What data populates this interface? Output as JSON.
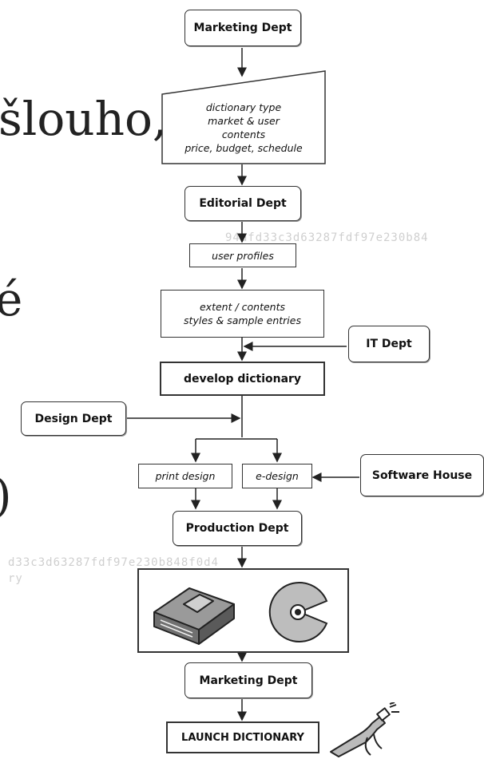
{
  "background_text": [
    "šlouho,",
    "é",
    ")"
  ],
  "watermarks": [
    "94afd33c3d63287fdf97e230b84",
    "d33c3d63287fdf97e230b848f0d4",
    "ry"
  ],
  "nodes": {
    "marketing_top": "Marketing Dept",
    "dictionary_type": "dictionary type\nmarket & user\ncontents\nprice, budget, schedule",
    "editorial": "Editorial Dept",
    "user_profiles": "user profiles",
    "extent": "extent / contents\nstyles & sample entries",
    "it_dept": "IT Dept",
    "develop": "develop dictionary",
    "design_dept": "Design Dept",
    "print_design": "print design",
    "e_design": "e-design",
    "software_house": "Software House",
    "production": "Production Dept",
    "marketing_bottom": "Marketing Dept",
    "launch": "LAUNCH DICTIONARY"
  },
  "icons": [
    "book-icon",
    "cd-icon",
    "champagne-bottle-icon"
  ]
}
